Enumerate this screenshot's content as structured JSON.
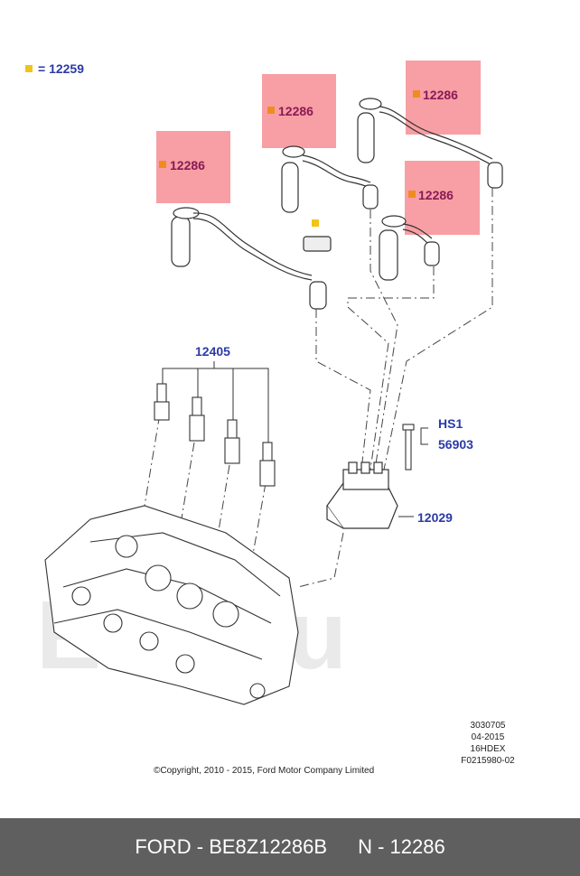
{
  "legend": {
    "symbol_color": "#f0c419",
    "text": "= 12259"
  },
  "highlight": {
    "color": "#f05a5a",
    "marker_color": "#f08c1e",
    "part": "12286"
  },
  "labels": {
    "spark_plugs": "12405",
    "bolt_code1": "HS1",
    "bolt_code2": "56903",
    "ignition_coil": "12029"
  },
  "highlights": [
    {
      "text": "12286"
    },
    {
      "text": "12286"
    },
    {
      "text": "12286"
    },
    {
      "text": "12286"
    }
  ],
  "info": {
    "line1": "3030705",
    "line2": "04-2015",
    "line3": "16HDEX",
    "line4": "F0215980-02"
  },
  "copyright": "©Copyright, 2010 - 2015, Ford Motor Company Limited",
  "watermark": "Ellli.ru",
  "footer": {
    "brand_part": "FORD - BE8Z12286B",
    "n_part": "N - 12286"
  }
}
